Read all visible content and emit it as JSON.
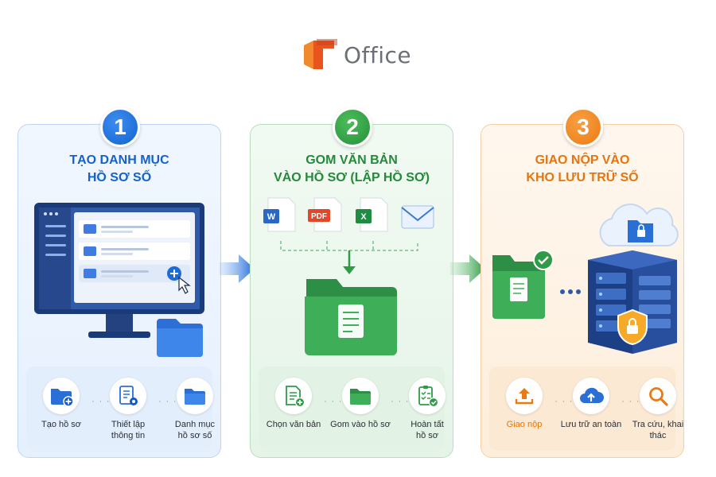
{
  "logo": {
    "text": "Office"
  },
  "steps": [
    {
      "number": "1",
      "title_line1": "TẠO DANH MỤC",
      "title_line2": "HỒ SƠ SỐ",
      "subs": [
        {
          "line1": "Tạo hồ sơ",
          "line2": ""
        },
        {
          "line1": "Thiết lập",
          "line2": "thông tin"
        },
        {
          "line1": "Danh mục",
          "line2": "hồ sơ số"
        }
      ]
    },
    {
      "number": "2",
      "title_line1": "GOM VĂN BẢN",
      "title_line2": "VÀO HỒ SƠ (LẬP HỒ SƠ)",
      "docs": [
        "W",
        "PDF",
        "X"
      ],
      "subs": [
        {
          "line1": "Chọn văn bản",
          "line2": ""
        },
        {
          "line1": "Gom vào hồ sơ",
          "line2": ""
        },
        {
          "line1": "Hoàn tất",
          "line2": "hồ sơ"
        }
      ]
    },
    {
      "number": "3",
      "title_line1": "GIAO NỘP VÀO",
      "title_line2": "KHO LƯU TRỮ SỐ",
      "subs": [
        {
          "line1": "Giao nộp",
          "line2": ""
        },
        {
          "line1": "Lưu trữ an toàn",
          "line2": ""
        },
        {
          "line1": "Tra cứu, khai thác",
          "line2": ""
        }
      ]
    }
  ],
  "colors": {
    "blue": "#1462c9",
    "green": "#238a3a",
    "orange": "#e6750f",
    "logo": "#e8531e"
  }
}
